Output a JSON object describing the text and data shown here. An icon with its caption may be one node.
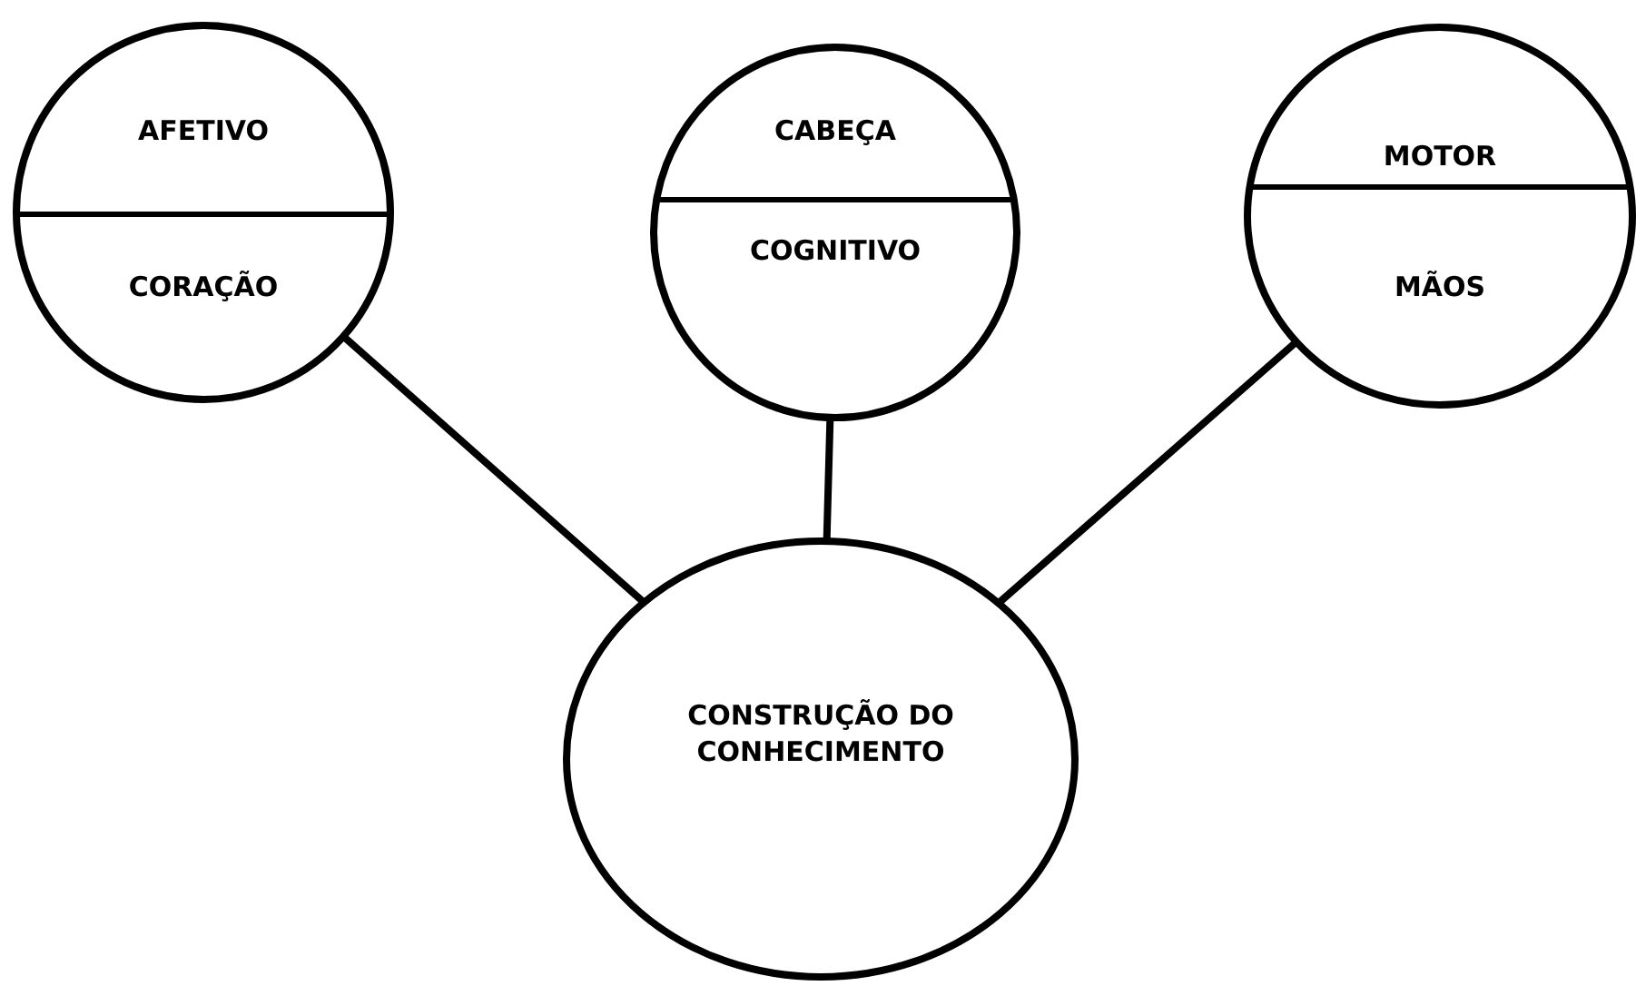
{
  "diagram": {
    "nodes": [
      {
        "text": [
          "AFETIVO",
          "CORAÇÃO"
        ]
      },
      {
        "text": [
          "CABEÇA",
          "COGNITIVO"
        ]
      },
      {
        "text": [
          "MOTOR",
          "MÃOS"
        ]
      },
      {
        "text": [
          "CONSTRUÇÃO DO CONHECIMENTO"
        ]
      }
    ],
    "edges": [
      {
        "from": 0,
        "to": 3,
        "arrow": "none"
      },
      {
        "from": 1,
        "to": 3,
        "arrow": "none"
      },
      {
        "from": 2,
        "to": 3,
        "arrow": "none"
      }
    ]
  }
}
